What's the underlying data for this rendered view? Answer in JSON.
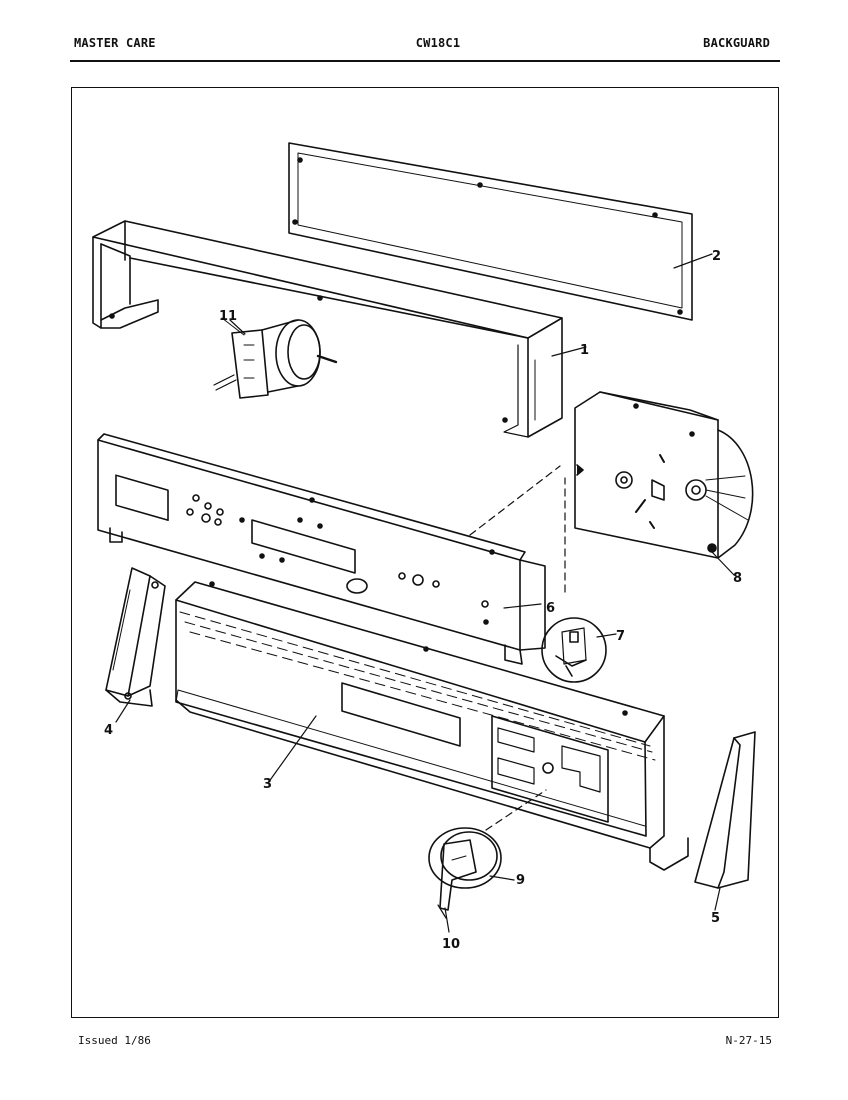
{
  "header": {
    "brand": "MASTER CARE",
    "model": "CW18C1",
    "section": "BACKGUARD"
  },
  "footer": {
    "issued": "Issued 1/86",
    "page_code": "N-27-15"
  },
  "callouts": {
    "c1": "1",
    "c2": "2",
    "c3": "3",
    "c4": "4",
    "c5": "5",
    "c6": "6",
    "c7": "7",
    "c8": "8",
    "c9": "9",
    "c10": "10",
    "c11": "11"
  }
}
